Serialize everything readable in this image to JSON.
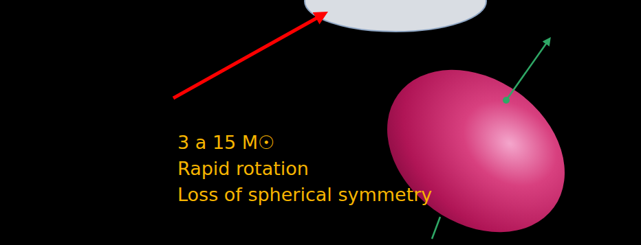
{
  "diagram": {
    "labels": [
      "3 a 15 M☉",
      "Rapid rotation",
      "Loss of spherical symmetry"
    ]
  }
}
